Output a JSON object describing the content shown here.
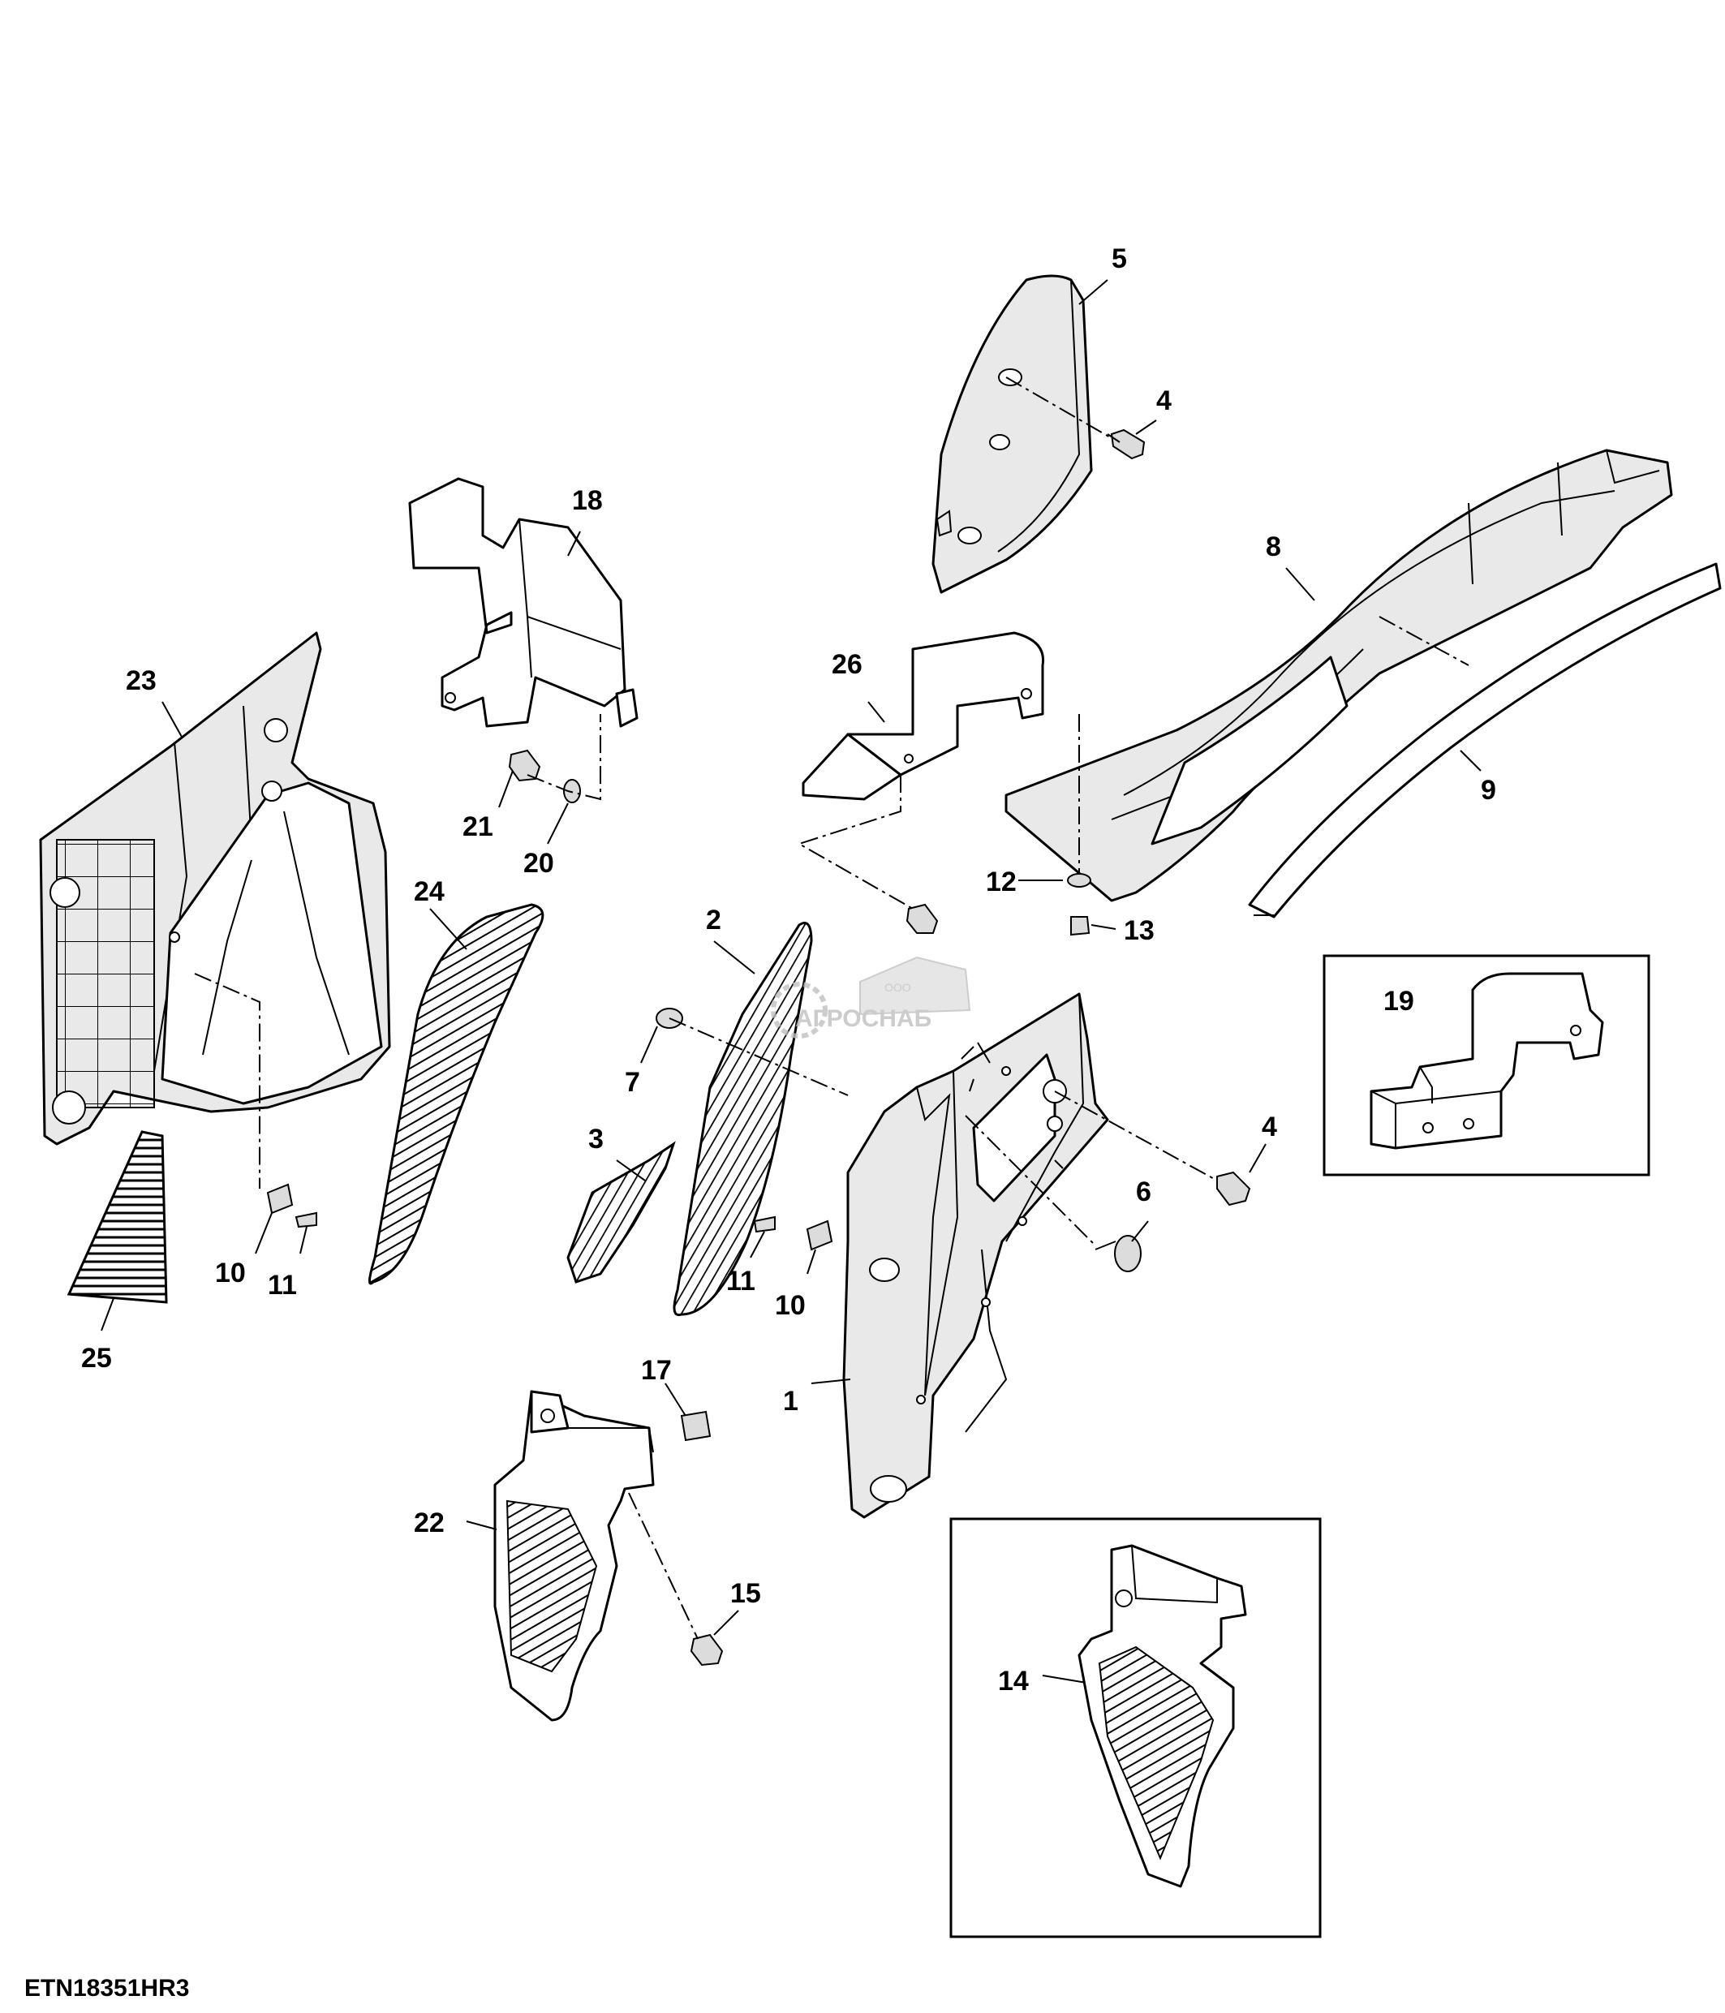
{
  "diagram": {
    "code": "ETN18351HR3",
    "watermark": {
      "brand": "АГРОСНАБ",
      "prefix": "ООО"
    },
    "callouts": [
      {
        "id": "c5",
        "text": "5"
      },
      {
        "id": "c4a",
        "text": "4"
      },
      {
        "id": "c18",
        "text": "18"
      },
      {
        "id": "c8",
        "text": "8"
      },
      {
        "id": "c23",
        "text": "23"
      },
      {
        "id": "c26",
        "text": "26"
      },
      {
        "id": "c9",
        "text": "9"
      },
      {
        "id": "c21",
        "text": "21"
      },
      {
        "id": "c20",
        "text": "20"
      },
      {
        "id": "c24",
        "text": "24"
      },
      {
        "id": "c12",
        "text": "12"
      },
      {
        "id": "c13",
        "text": "13"
      },
      {
        "id": "c2",
        "text": "2"
      },
      {
        "id": "c19",
        "text": "19"
      },
      {
        "id": "c7",
        "text": "7"
      },
      {
        "id": "c3",
        "text": "3"
      },
      {
        "id": "c4b",
        "text": "4"
      },
      {
        "id": "c6",
        "text": "6"
      },
      {
        "id": "c10a",
        "text": "10"
      },
      {
        "id": "c11a",
        "text": "11"
      },
      {
        "id": "c11b",
        "text": "11"
      },
      {
        "id": "c10b",
        "text": "10"
      },
      {
        "id": "c25",
        "text": "25"
      },
      {
        "id": "c17",
        "text": "17"
      },
      {
        "id": "c1",
        "text": "1"
      },
      {
        "id": "c22",
        "text": "22"
      },
      {
        "id": "c15",
        "text": "15"
      },
      {
        "id": "c14",
        "text": "14"
      }
    ]
  }
}
